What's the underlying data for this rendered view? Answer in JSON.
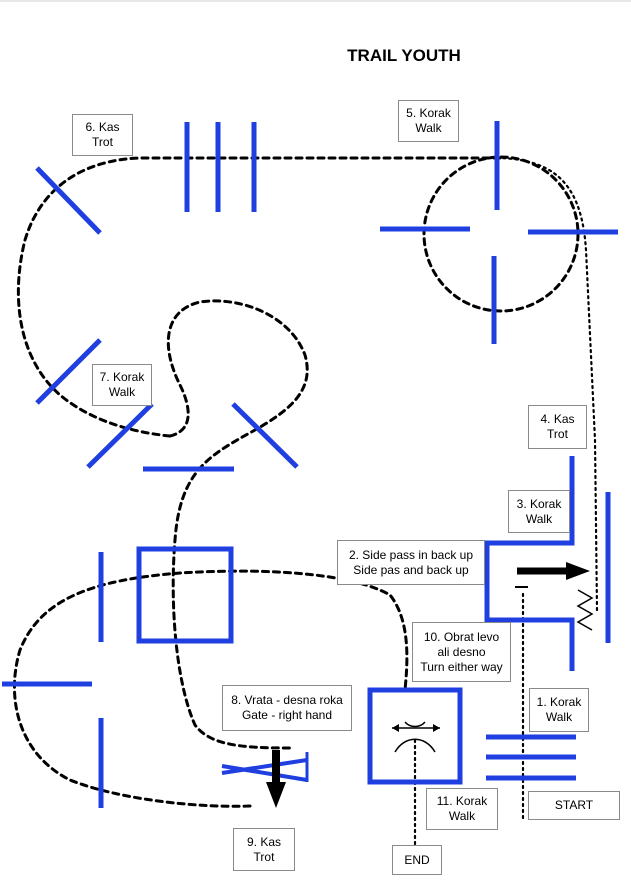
{
  "title": "TRAIL YOUTH",
  "colors": {
    "obstacle": "#1f3fe0",
    "path": "#000000",
    "box_border": "#8a8a8a"
  },
  "stations": {
    "s1": {
      "line1": "1. Korak",
      "line2": "Walk"
    },
    "s2": {
      "line1": "2. Side pass in back up",
      "line2": "Side pas and back up"
    },
    "s3": {
      "line1": "3. Korak",
      "line2": "Walk"
    },
    "s4": {
      "line1": "4. Kas",
      "line2": "Trot"
    },
    "s5": {
      "line1": "5. Korak",
      "line2": "Walk"
    },
    "s6": {
      "line1": "6. Kas",
      "line2": "Trot"
    },
    "s7": {
      "line1": "7. Korak",
      "line2": "Walk"
    },
    "s8": {
      "line1": "8. Vrata - desna roka",
      "line2": "Gate -  right hand"
    },
    "s9": {
      "line1": "9. Kas",
      "line2": "Trot"
    },
    "s10": {
      "line1": "10. Obrat levo",
      "line2": "ali desno",
      "line3": "Turn either way"
    },
    "s11": {
      "line1": "11. Korak",
      "line2": "Walk"
    }
  },
  "start_label": "START",
  "end_label": "END"
}
